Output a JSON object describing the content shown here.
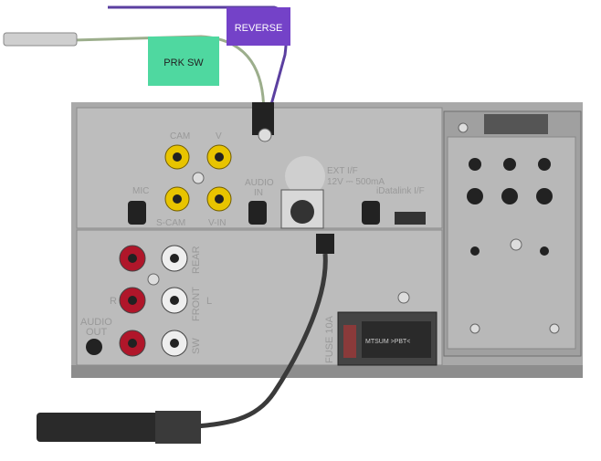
{
  "tags": {
    "reverse": "REVERSE",
    "parking": "PRK SW"
  },
  "labels": {
    "mic": "MIC",
    "cam_top_left": "CAM",
    "cam_top_right": "V",
    "s_cam": "S-CAM",
    "v_in": "V-IN",
    "audio_in_1": "AUDIO",
    "audio_in_2": "IN",
    "ext_if_1": "EXT I/F",
    "ext_if_2": "12V ⎓ 500mA",
    "idatalink": "iDatalink I/F",
    "audio_out_1": "AUDIO",
    "audio_out_2": "OUT",
    "rear": "REAR",
    "front": "FRONT",
    "sw": "SW",
    "right": "R",
    "left": "L",
    "fuse": "FUSE 10A",
    "connector": "MTSUM >PBT<"
  },
  "colors": {
    "reverse": "#6a3fb0",
    "parking": "#4fd8a0",
    "panel": "#b8b8b8",
    "rca_yellow": "#e8c400",
    "rca_red": "#b0162a"
  }
}
